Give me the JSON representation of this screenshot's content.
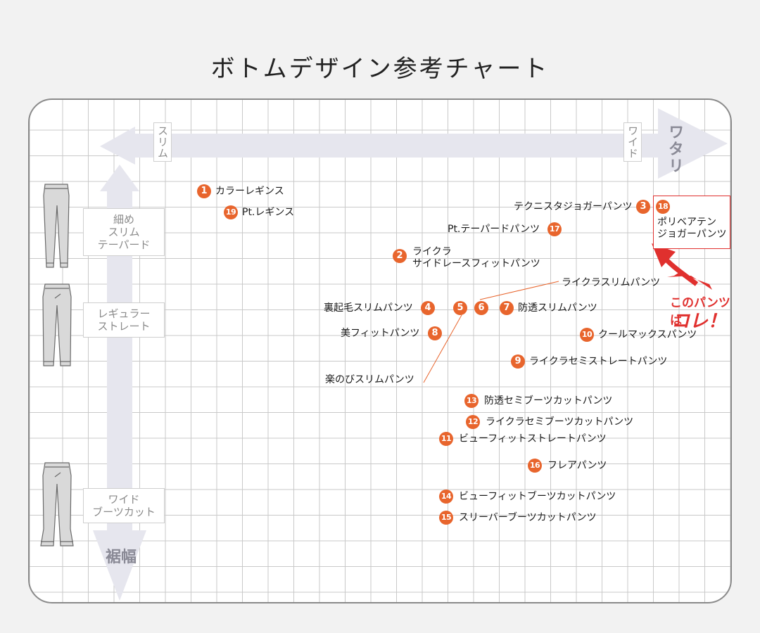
{
  "title": "ボトムデザイン参考チャート",
  "axes": {
    "horizontal": {
      "left_label": "スリム",
      "right_label": "ワイド",
      "name": "ワタリ"
    },
    "vertical": {
      "name": "裾幅"
    }
  },
  "categories": [
    {
      "label_lines": [
        "細め",
        "スリム",
        "テーパード"
      ]
    },
    {
      "label_lines": [
        "レギュラー",
        "ストレート"
      ]
    },
    {
      "label_lines": [
        "ワイド",
        "ブーツカット"
      ]
    }
  ],
  "items": [
    {
      "num": "1",
      "label": "カラーレギンス"
    },
    {
      "num": "19",
      "label": "Pt.レギンス"
    },
    {
      "num": "3",
      "label": "テクニスタジョガーパンツ"
    },
    {
      "num": "18",
      "label_lines": [
        "ポリベアテン",
        "ジョガーパンツ"
      ]
    },
    {
      "num": "17",
      "label": "Pt.テーパードパンツ"
    },
    {
      "num": "2",
      "label_lines": [
        "ライクラ",
        "サイドレースフィットパンツ"
      ]
    },
    {
      "num": "4",
      "label": "裏起毛スリムパンツ"
    },
    {
      "num": "5",
      "label": "楽のびスリムパンツ"
    },
    {
      "num": "6",
      "label": "ライクラスリムパンツ"
    },
    {
      "num": "7",
      "label": "防透スリムパンツ"
    },
    {
      "num": "8",
      "label": "美フィットパンツ"
    },
    {
      "num": "10",
      "label": "クールマックスパンツ"
    },
    {
      "num": "9",
      "label": "ライクラセミストレートパンツ"
    },
    {
      "num": "13",
      "label": "防透セミブーツカットパンツ"
    },
    {
      "num": "12",
      "label": "ライクラセミブーツカットパンツ"
    },
    {
      "num": "11",
      "label": "ビューフィットストレートパンツ"
    },
    {
      "num": "16",
      "label": "フレアパンツ"
    },
    {
      "num": "14",
      "label": "ビューフィットブーツカットパンツ"
    },
    {
      "num": "15",
      "label": "スリーバーブーツカットパンツ"
    }
  ],
  "callout": {
    "line1": "このパンツは",
    "line2": "コレ！"
  },
  "colors": {
    "badge": "#e8652d",
    "callout": "#e0302e",
    "arrow": "#e6e6ee",
    "grid": "#c9c9c9"
  }
}
